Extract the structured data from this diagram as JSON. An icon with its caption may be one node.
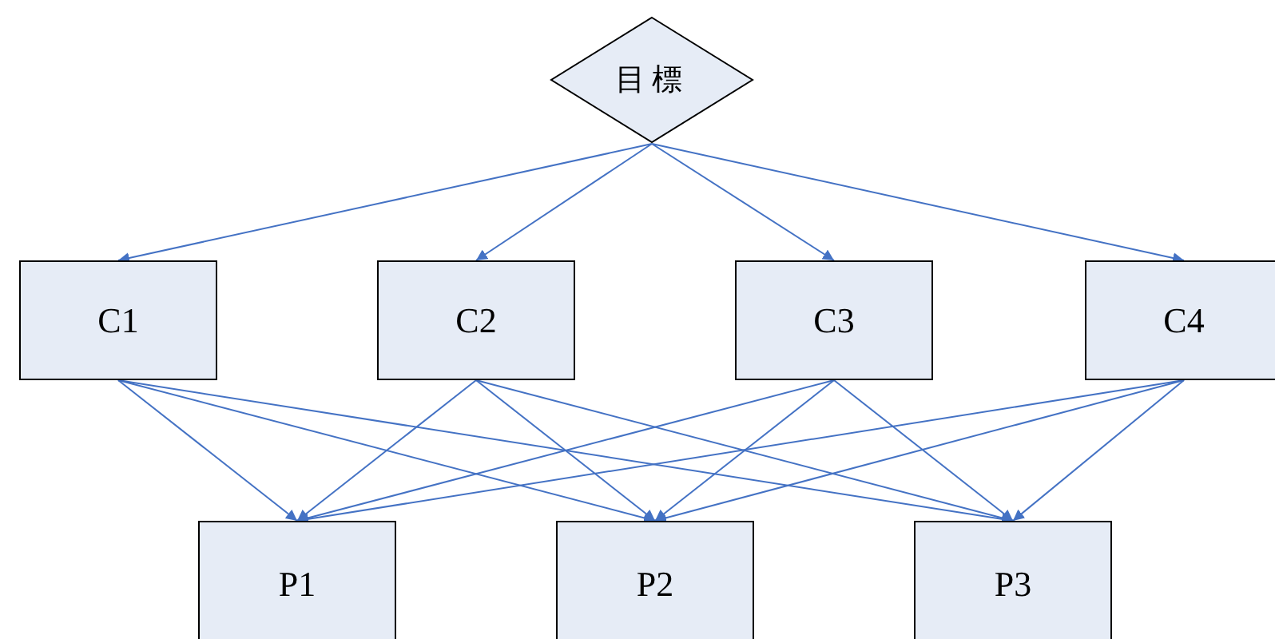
{
  "diagram": {
    "nodes": [
      {
        "text": [
          "目標"
        ]
      },
      {
        "text": [
          "C1"
        ]
      },
      {
        "text": [
          "C2"
        ]
      },
      {
        "text": [
          "C3"
        ]
      },
      {
        "text": [
          "C4"
        ]
      },
      {
        "text": [
          "P1"
        ]
      },
      {
        "text": [
          "P2"
        ]
      },
      {
        "text": [
          "P3"
        ]
      }
    ],
    "edges": [
      {
        "from": 0,
        "to": 1,
        "arrow": "to"
      },
      {
        "from": 0,
        "to": 2,
        "arrow": "to"
      },
      {
        "from": 0,
        "to": 3,
        "arrow": "to"
      },
      {
        "from": 0,
        "to": 4,
        "arrow": "to"
      },
      {
        "from": 1,
        "to": 5,
        "arrow": "to"
      },
      {
        "from": 1,
        "to": 6,
        "arrow": "to"
      },
      {
        "from": 1,
        "to": 7,
        "arrow": "to"
      },
      {
        "from": 2,
        "to": 5,
        "arrow": "to"
      },
      {
        "from": 2,
        "to": 6,
        "arrow": "to"
      },
      {
        "from": 2,
        "to": 7,
        "arrow": "to"
      },
      {
        "from": 3,
        "to": 5,
        "arrow": "to"
      },
      {
        "from": 3,
        "to": 6,
        "arrow": "to"
      },
      {
        "from": 3,
        "to": 7,
        "arrow": "to"
      },
      {
        "from": 4,
        "to": 5,
        "arrow": "to"
      },
      {
        "from": 4,
        "to": 6,
        "arrow": "to"
      },
      {
        "from": 4,
        "to": 7,
        "arrow": "to"
      }
    ]
  }
}
